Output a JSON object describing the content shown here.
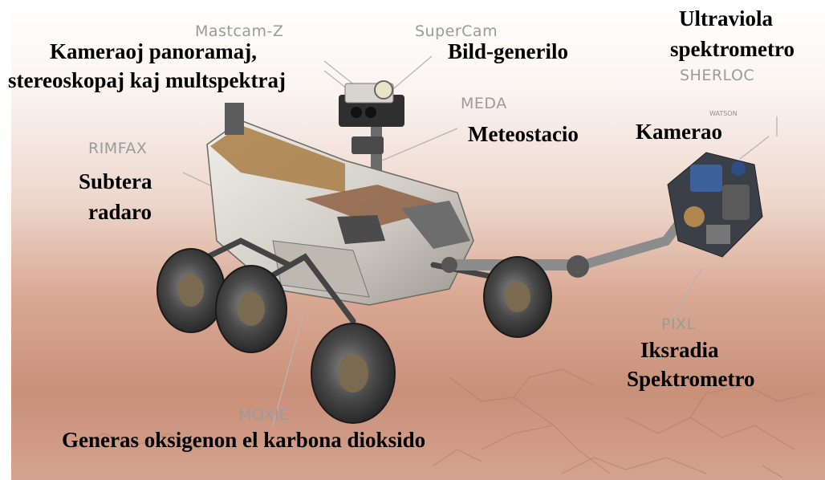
{
  "labels": {
    "mastcam_z": "Mastcam-Z",
    "mastcam_desc": [
      "Kameraoj panoramaj,",
      "stereoskopaj kaj multspektraj"
    ],
    "supercam": "SuperCam",
    "supercam_desc": "Bild-generilo",
    "meda": "MEDA",
    "meda_desc": "Meteostacio",
    "rimfax": "RIMFAX",
    "rimfax_desc": [
      "Subtera",
      "radaro"
    ],
    "sherloc": "SHERLOC",
    "sherloc_desc": [
      "Ultraviola",
      "spektrometro"
    ],
    "watson": "WATSON",
    "watson_desc": "Kamerao",
    "pixl": "PIXL",
    "pixl_desc": [
      "Iksradia",
      "Spektrometro"
    ],
    "moxie": "MOXIE",
    "moxie_desc": "Generas oksigenon el karbona dioksido"
  },
  "colors": {
    "sky_top": "#ffffff",
    "sky_pink": "#e9cfc4",
    "ground": "#c78f79",
    "ground_dark": "#a8705d",
    "leader": "#b6b6b6",
    "rover_body": "#d9d6d0",
    "rover_dark": "#3b3b3b",
    "rover_gold": "#b2874d",
    "label_gray": "#9b9b9b"
  }
}
